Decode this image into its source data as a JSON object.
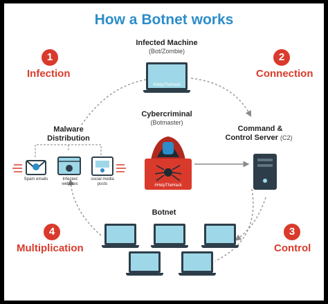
{
  "title": "How a Botnet works",
  "steps": [
    {
      "number": "1",
      "label": "Infection"
    },
    {
      "number": "2",
      "label": "Connection"
    },
    {
      "number": "3",
      "label": "Control"
    },
    {
      "number": "4",
      "label": "Multiplication"
    }
  ],
  "infected_machine": {
    "title": "Infected Machine",
    "subtitle": "(Bot/Zombie)",
    "screen_text": "#HelpTheHack"
  },
  "cybercriminal": {
    "title": "Cybercriminal",
    "subtitle": "(Botmaster)",
    "shirt_text": "#HelpTheHack"
  },
  "cnc": {
    "line1": "Command &",
    "line2": "Control Server",
    "tag": "(C2)"
  },
  "malware": {
    "line1": "Malware",
    "line2": "Distribution",
    "items": [
      {
        "label": "Spam emails"
      },
      {
        "label": "Infected websites"
      },
      {
        "label": "social media posts"
      }
    ]
  },
  "botnet": {
    "title": "Botnet"
  },
  "colors": {
    "accent_blue": "#2c8dc9",
    "accent_red": "#d93a2b",
    "dark": "#2d3e4a",
    "screen": "#9ed8e8"
  }
}
